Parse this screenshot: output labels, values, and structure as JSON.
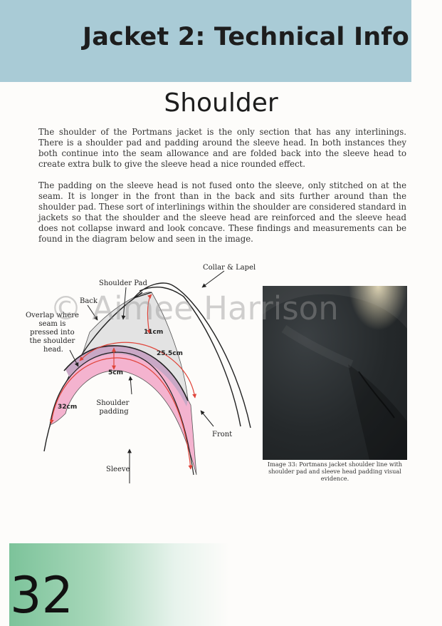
{
  "header": {
    "title": "Jacket 2: Technical Info"
  },
  "section": {
    "title": "Shoulder"
  },
  "paragraphs": [
    "The shoulder of the Portmans jacket is the only section that has any interlinings. There is a shoulder pad and padding around the sleeve head. In both instances they both continue into the seam allowance and are folded back into the sleeve head to create extra bulk to give the sleeve head a nice rounded effect.",
    "The padding on the sleeve head is not fused onto the sleeve, only stitched on at the seam. It is longer in the front than in the back and sits further around than the shoulder pad. These sort of interlinings within the shoulder are considered standard in jackets so that the shoulder and the sleeve head are reinforced and the sleeve head does not collapse inward and look concave. These findings and measurements can be found in the diagram below and seen in the image."
  ],
  "watermark": "© Aimee Harrison",
  "diagram": {
    "labels": {
      "collar_lapel": "Collar & Lapel",
      "shoulder_pad": "Shoulder Pad",
      "back": "Back",
      "overlap": [
        "Overlap where",
        "seam is",
        "pressed into",
        "the shoulder",
        "head."
      ],
      "shoulder_padding": [
        "Shoulder",
        "padding"
      ],
      "front": "Front",
      "sleeve": "Sleeve"
    },
    "measurements": {
      "m1": "11cm",
      "m2": "25.5cm",
      "m3": "5cm",
      "m4": "32cm"
    },
    "colors": {
      "shoulder_pad_fill": "#e3e3e3",
      "padding_fill": "#f4b3cf",
      "overlap_fill": "#c9a8c6",
      "measure_line": "#e0443a"
    }
  },
  "photo": {
    "caption": "Image 33: Portmans jacket shoulder line with shoulder pad and sleeve head padding visual evidence."
  },
  "footer": {
    "page_number": "32"
  }
}
